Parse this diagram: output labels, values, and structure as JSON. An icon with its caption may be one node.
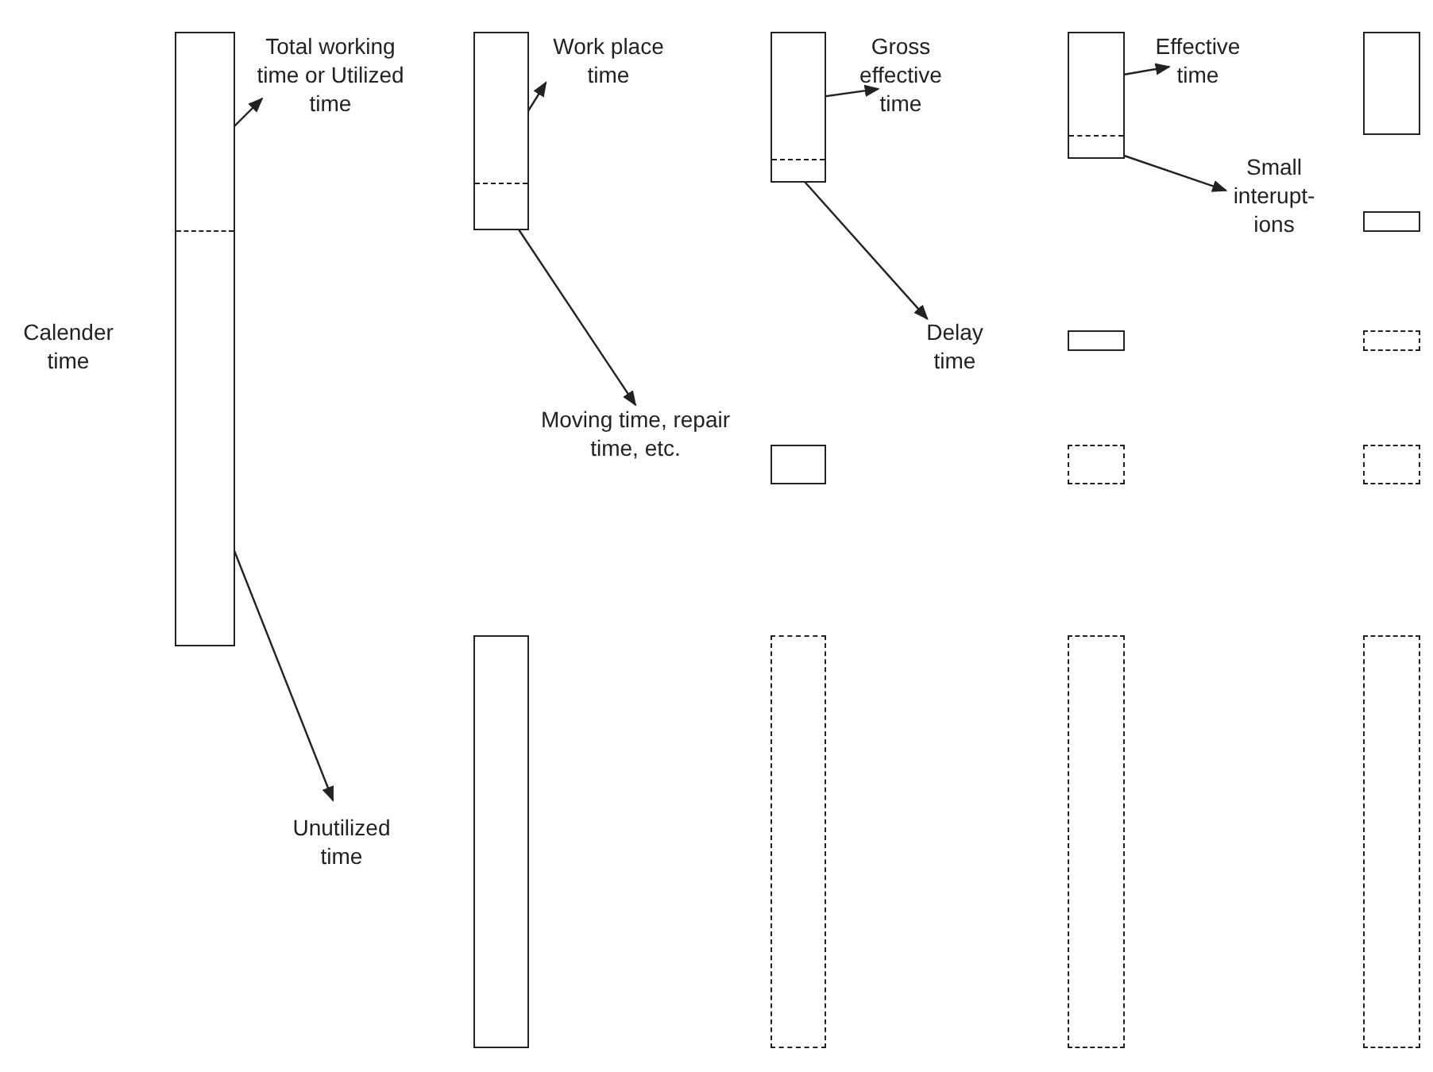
{
  "diagram": {
    "nodes": [
      {
        "text": [],
        "shape": "bar",
        "beside": [
          "Calender time"
        ]
      },
      {
        "text": [
          "Total working time or Utilized time"
        ]
      },
      {
        "text": [],
        "shape": "bar"
      },
      {
        "text": [
          "Work place time"
        ]
      },
      {
        "text": [],
        "shape": "bar"
      },
      {
        "text": [
          "Gross effective time"
        ]
      },
      {
        "text": [],
        "shape": "bar"
      },
      {
        "text": [
          "Effective time"
        ]
      },
      {
        "text": [],
        "shape": "bar"
      },
      {
        "text": [
          "Small interupt-ions"
        ]
      },
      {
        "text": [],
        "shape": "bar"
      },
      {
        "text": [
          "Delay time"
        ]
      },
      {
        "text": [],
        "shape": "bar"
      },
      {
        "text": [],
        "shape": "bar"
      },
      {
        "text": [
          "Moving time, repair time, etc."
        ]
      },
      {
        "text": [],
        "shape": "bar"
      },
      {
        "text": [],
        "shape": "bar"
      },
      {
        "text": [],
        "shape": "bar"
      },
      {
        "text": [
          "Unutilized time"
        ]
      },
      {
        "text": [],
        "shape": "bar"
      },
      {
        "text": [],
        "shape": "bar"
      },
      {
        "text": [],
        "shape": "bar"
      },
      {
        "text": [],
        "shape": "bar"
      }
    ],
    "edges": [
      {
        "from": 0,
        "to": 1,
        "arrow": "to"
      },
      {
        "from": 0,
        "to": 18,
        "arrow": "to"
      },
      {
        "from": 2,
        "to": 3,
        "arrow": "to"
      },
      {
        "from": 2,
        "to": 14,
        "arrow": "to"
      },
      {
        "from": 4,
        "to": 5,
        "arrow": "to"
      },
      {
        "from": 4,
        "to": 11,
        "arrow": "to"
      },
      {
        "from": 6,
        "to": 7,
        "arrow": "to"
      },
      {
        "from": 6,
        "to": 9,
        "arrow": "to"
      }
    ]
  }
}
